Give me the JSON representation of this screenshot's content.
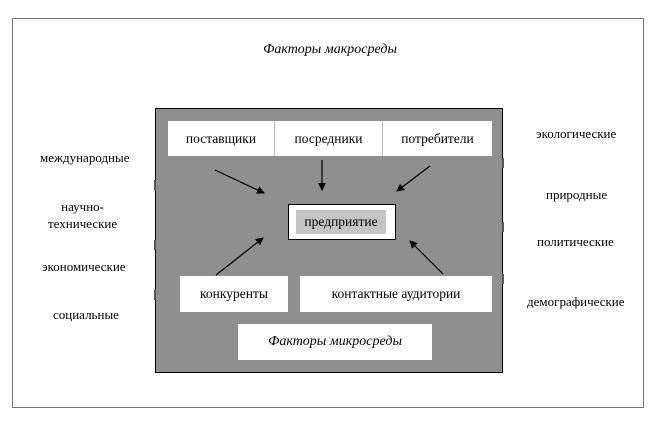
{
  "title": "Факторы макросреды",
  "left_factors": [
    "международные",
    "научно-\nтехнические",
    "экономические",
    "социальные"
  ],
  "right_factors": [
    "экологические",
    "природные",
    "политические",
    "демографические"
  ],
  "top_boxes": [
    "поставщики",
    "посредники",
    "потребители"
  ],
  "center": "предприятие",
  "bottom_boxes": [
    "конкуренты",
    "контактные аудитории"
  ],
  "micro_title": "Факторы микросреды"
}
